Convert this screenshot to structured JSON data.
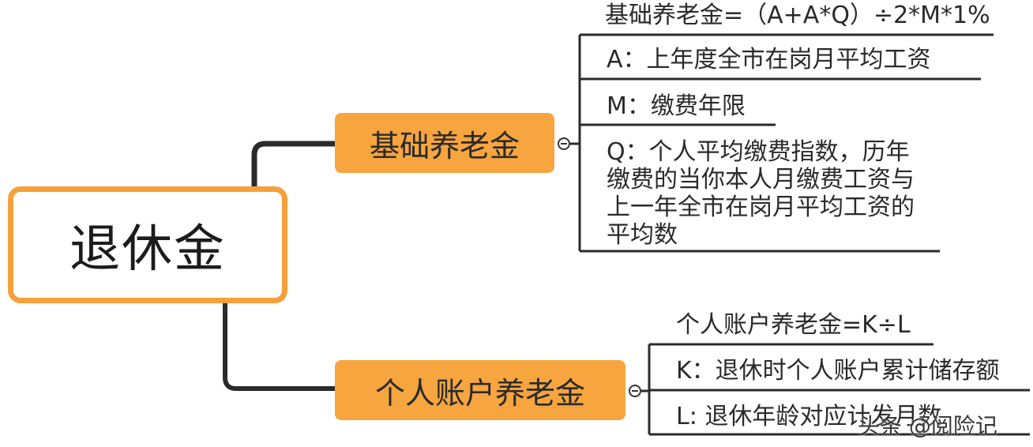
{
  "root": {
    "label": "退休金"
  },
  "branches": [
    {
      "label": "基础养老金",
      "formula": "基础养老金=（A+A*Q）÷2*M*1%",
      "items": [
        "A：上年度全市在岗月平均工资",
        "M：缴费年限",
        "Q：个人平均缴费指数，历年缴费的当你本人月缴费工资与上一年全市在岗月平均工资的平均数"
      ]
    },
    {
      "label": "个人账户养老金",
      "formula": "个人账户养老金=K÷L",
      "items": [
        "K：退休时个人账户累计储存额",
        "L: 退休年龄对应计发月数"
      ]
    }
  ],
  "watermark": "头条 @阅险记",
  "colors": {
    "accent": "#f7a53f",
    "line": "#2b2b2b"
  }
}
